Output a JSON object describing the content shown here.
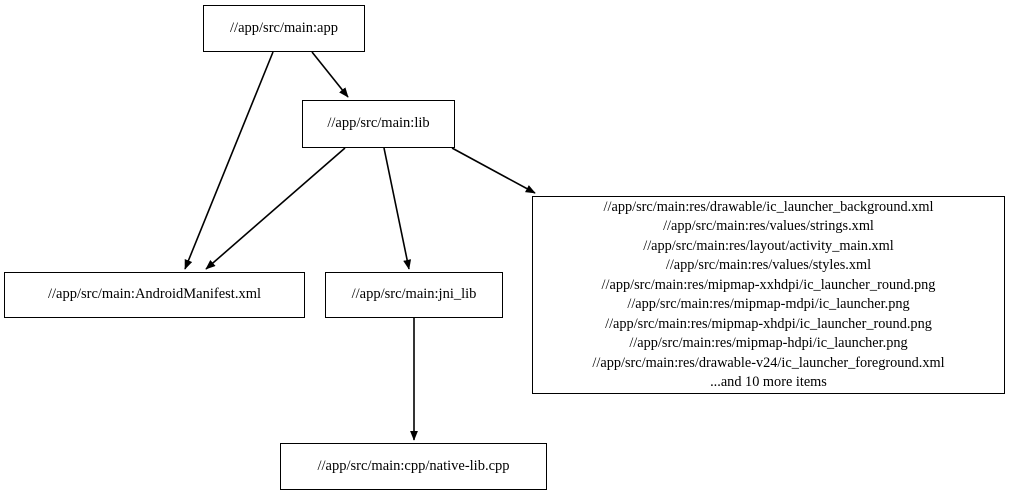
{
  "graph": {
    "type": "directed-dependency-graph",
    "background_color": "#ffffff",
    "node_fill": "#ffffff",
    "node_stroke": "#000000",
    "edge_color": "#000000",
    "nodes": [
      {
        "id": "app",
        "label": "//app/src/main:app"
      },
      {
        "id": "lib",
        "label": "//app/src/main:lib"
      },
      {
        "id": "manifest",
        "label": "//app/src/main:AndroidManifest.xml"
      },
      {
        "id": "jni",
        "label": "//app/src/main:jni_lib"
      },
      {
        "id": "cpp",
        "label": "//app/src/main:cpp/native-lib.cpp"
      },
      {
        "id": "res",
        "lines": [
          "//app/src/main:res/drawable/ic_launcher_background.xml",
          "//app/src/main:res/values/strings.xml",
          "//app/src/main:res/layout/activity_main.xml",
          "//app/src/main:res/values/styles.xml",
          "//app/src/main:res/mipmap-xxhdpi/ic_launcher_round.png",
          "//app/src/main:res/mipmap-mdpi/ic_launcher.png",
          "//app/src/main:res/mipmap-xhdpi/ic_launcher_round.png",
          "//app/src/main:res/mipmap-hdpi/ic_launcher.png",
          "//app/src/main:res/drawable-v24/ic_launcher_foreground.xml",
          "...and 10 more items"
        ],
        "label": "//app/src/main:res/drawable/ic_launcher_background.xml\n//app/src/main:res/values/strings.xml\n//app/src/main:res/layout/activity_main.xml\n//app/src/main:res/values/styles.xml\n//app/src/main:res/mipmap-xxhdpi/ic_launcher_round.png\n//app/src/main:res/mipmap-mdpi/ic_launcher.png\n//app/src/main:res/mipmap-xhdpi/ic_launcher_round.png\n//app/src/main:res/mipmap-hdpi/ic_launcher.png\n//app/src/main:res/drawable-v24/ic_launcher_foreground.xml\n...and 10 more items"
      }
    ],
    "edges": [
      {
        "from": "app",
        "to": "lib"
      },
      {
        "from": "app",
        "to": "manifest"
      },
      {
        "from": "lib",
        "to": "manifest"
      },
      {
        "from": "lib",
        "to": "jni"
      },
      {
        "from": "lib",
        "to": "res"
      },
      {
        "from": "jni",
        "to": "cpp"
      }
    ]
  }
}
